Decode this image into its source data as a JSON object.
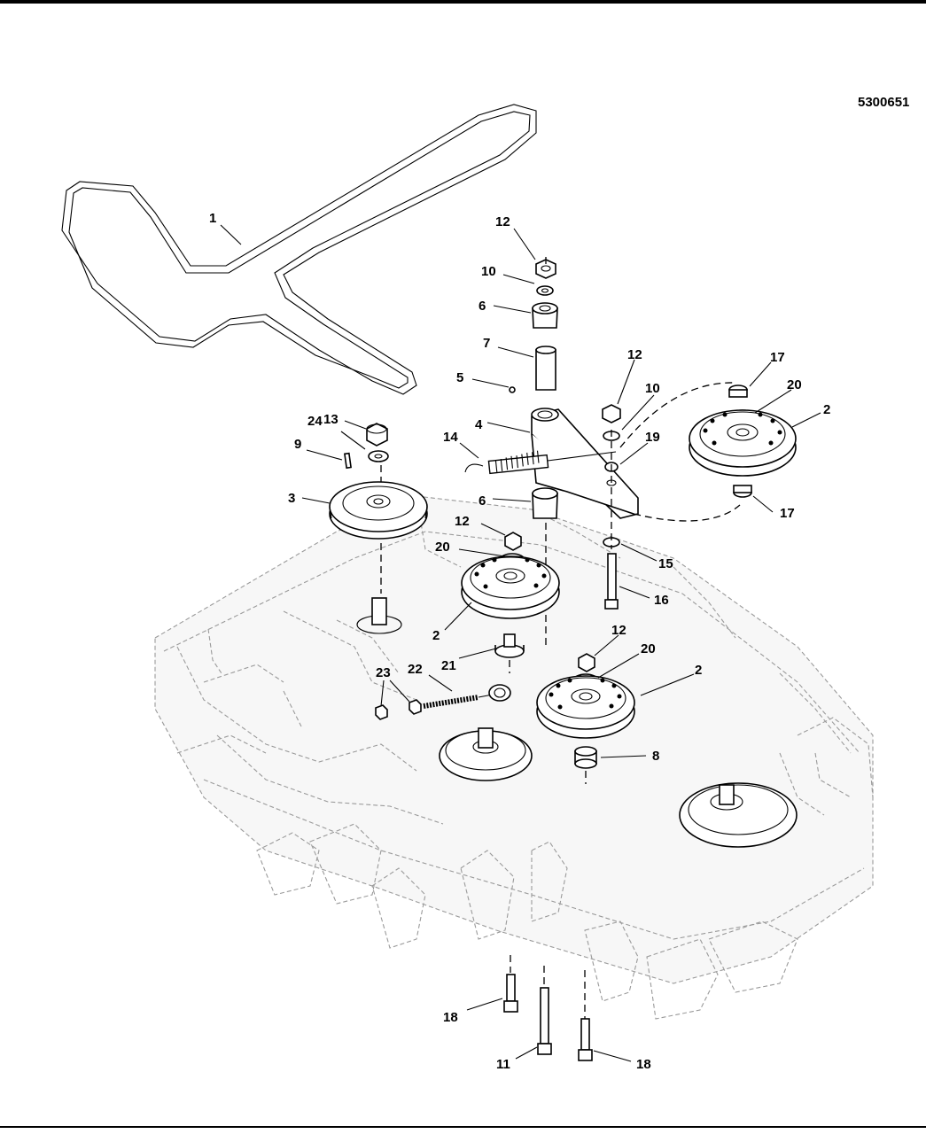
{
  "drawing_number": "5300651",
  "callouts": [
    {
      "id": "c1",
      "text": "1"
    },
    {
      "id": "c12a",
      "text": "12"
    },
    {
      "id": "c10a",
      "text": "10"
    },
    {
      "id": "c6a",
      "text": "6"
    },
    {
      "id": "c7",
      "text": "7"
    },
    {
      "id": "c5",
      "text": "5"
    },
    {
      "id": "c4",
      "text": "4"
    },
    {
      "id": "c12b",
      "text": "12"
    },
    {
      "id": "c10b",
      "text": "10"
    },
    {
      "id": "c17a",
      "text": "17"
    },
    {
      "id": "c20a",
      "text": "20"
    },
    {
      "id": "c2a",
      "text": "2"
    },
    {
      "id": "c13",
      "text": "13"
    },
    {
      "id": "c24",
      "text": "24"
    },
    {
      "id": "c9",
      "text": "9"
    },
    {
      "id": "c14",
      "text": "14"
    },
    {
      "id": "c19",
      "text": "19"
    },
    {
      "id": "c3",
      "text": "3"
    },
    {
      "id": "c6b",
      "text": "6"
    },
    {
      "id": "c17b",
      "text": "17"
    },
    {
      "id": "c12c",
      "text": "12"
    },
    {
      "id": "c20b",
      "text": "20"
    },
    {
      "id": "c15",
      "text": "15"
    },
    {
      "id": "c16",
      "text": "16"
    },
    {
      "id": "c2b",
      "text": "2"
    },
    {
      "id": "c21",
      "text": "21"
    },
    {
      "id": "c12d",
      "text": "12"
    },
    {
      "id": "c20c",
      "text": "20"
    },
    {
      "id": "c2c",
      "text": "2"
    },
    {
      "id": "c23",
      "text": "23"
    },
    {
      "id": "c22",
      "text": "22"
    },
    {
      "id": "c8",
      "text": "8"
    },
    {
      "id": "c18a",
      "text": "18"
    },
    {
      "id": "c11",
      "text": "11"
    },
    {
      "id": "c18b",
      "text": "18"
    }
  ]
}
